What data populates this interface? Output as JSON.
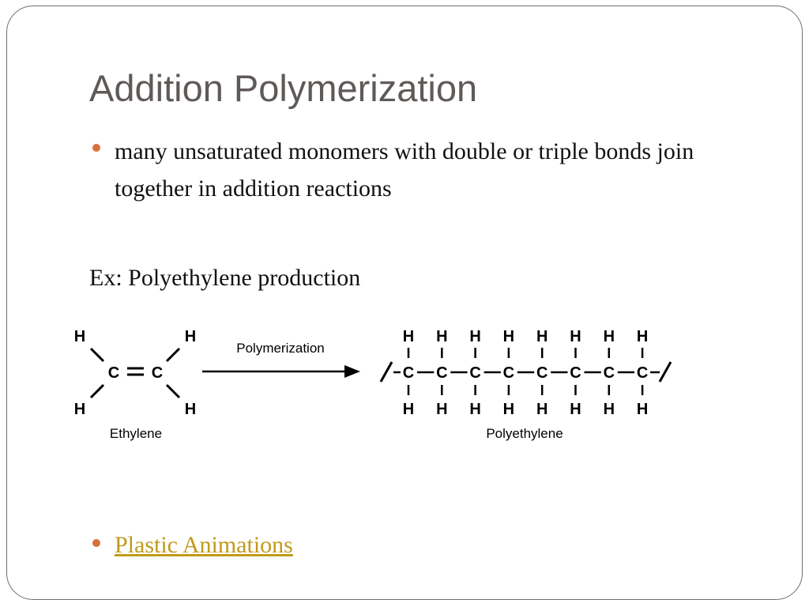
{
  "slide": {
    "title": "Addition Polymerization",
    "bullet1": "many unsaturated monomers with double or triple bonds join together in addition reactions",
    "example": "Ex:  Polyethylene production",
    "link": "Plastic Animations"
  },
  "diagram": {
    "reactant_label": "Ethylene",
    "arrow_label": "Polymerization",
    "product_label": "Polyethylene",
    "atom_h": "H",
    "atom_c": "C",
    "chain_length": 8
  },
  "colors": {
    "title": "#5f5a58",
    "bullet": "#d8703a",
    "link": "#c29a1a"
  }
}
